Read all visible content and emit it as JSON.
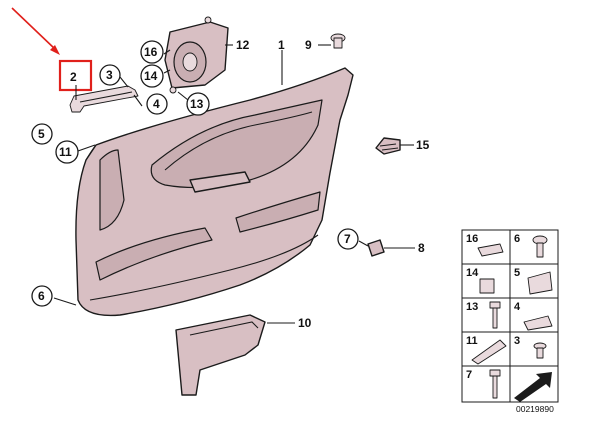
{
  "callouts": {
    "c1": "1",
    "c2": "2",
    "c3": "3",
    "c4": "4",
    "c5": "5",
    "c6": "6",
    "c7": "7",
    "c8": "8",
    "c9": "9",
    "c10": "10",
    "c11": "11",
    "c12": "12",
    "c13": "13",
    "c14": "14",
    "c15": "15",
    "c16": "16"
  },
  "legend": {
    "cells": [
      "16",
      "6",
      "14",
      "5",
      "13",
      "4",
      "11",
      "3",
      "7"
    ]
  },
  "doc_id": "00219890",
  "colors": {
    "highlight": "#e0201b",
    "part_fill": "#d8bfc3"
  }
}
